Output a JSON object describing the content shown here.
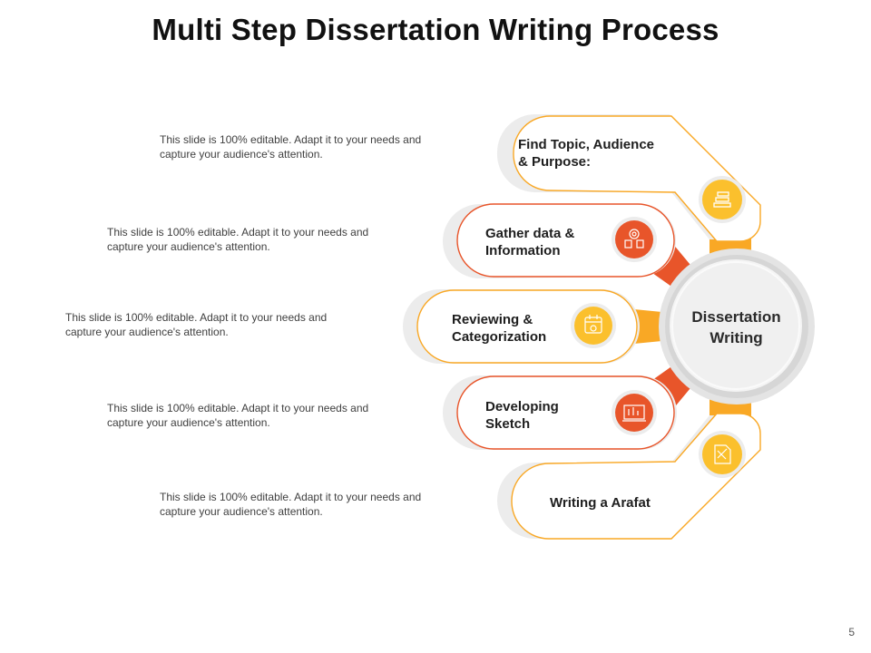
{
  "title": "Multi Step Dissertation Writing Process",
  "center": {
    "line1": "Dissertation",
    "line2": "Writing"
  },
  "steps": [
    {
      "line1": "Find Topic, Audience",
      "line2": "& Purpose:",
      "icon": "books-icon",
      "description": "This slide is 100% editable. Adapt it to your needs and capture your audience's attention."
    },
    {
      "line1": "Gather data &",
      "line2": "Information",
      "icon": "target-documents-icon",
      "description": "This slide is 100% editable. Adapt it to your needs and capture your audience's attention."
    },
    {
      "line1": "Reviewing &",
      "line2": "Categorization",
      "icon": "calendar-icon",
      "description": "This slide is 100% editable. Adapt it to your needs and capture your audience's attention."
    },
    {
      "line1": "Developing",
      "line2": "Sketch",
      "icon": "sketch-board-icon",
      "description": "This slide is 100% editable. Adapt it to your needs and capture your audience's attention."
    },
    {
      "line1": "Writing a Arafat",
      "line2": "",
      "icon": "document-pen-icon",
      "description": "This slide is 100% editable. Adapt it to your needs and capture your audience's attention."
    }
  ],
  "colors": {
    "amber": "#F9A825",
    "amber_light": "#FBC02D",
    "red_orange": "#E8552A",
    "gray_shadow": "#ECECEC"
  },
  "page_number": "5"
}
